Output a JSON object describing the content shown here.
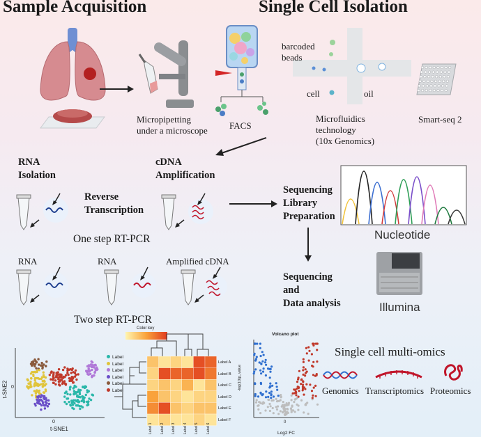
{
  "titles": {
    "sample": "Sample Acquisition",
    "isolation": "Single Cell Isolation"
  },
  "isolation": {
    "micropipetting": [
      "Micropipetting",
      "under a microscope"
    ],
    "facs": "FACS",
    "barcoded": [
      "barcoded",
      "beads"
    ],
    "cell": "cell",
    "oil": "oil",
    "microfluidics": [
      "Microfluidics",
      "technology",
      "(10x Genomics)"
    ],
    "smartseq": "Smart-seq 2"
  },
  "workflow": {
    "rna_isolation": [
      "RNA",
      "Isolation"
    ],
    "cdna_amplification": [
      "cDNA",
      "Amplification"
    ],
    "reverse_transcription": [
      "Reverse",
      "Transcription"
    ],
    "one_step": "One step RT-PCR",
    "rna1": "RNA",
    "rna2": "RNA",
    "amplified": "Amplified cDNA",
    "two_step": "Two step RT-PCR",
    "library": [
      "Sequencing",
      "Library",
      "Preparation"
    ],
    "nucleotide": "Nucleotide",
    "analysis": [
      "Sequencing",
      "and",
      "Data analysis"
    ],
    "illumina": "Illumina"
  },
  "colors": {
    "rt_wave": "#1f3f8f",
    "cdna_wave": "#c0152a",
    "peaks": [
      "#f2c33a",
      "#222222",
      "#3d6fd1",
      "#d23a3a",
      "#2f9e57",
      "#7a4fc9",
      "#e07ab8",
      "#1f7a3f",
      "#3a3a3a"
    ]
  },
  "chart_data": [
    {
      "type": "scatter",
      "xlabel": "t-SNE1",
      "ylabel": "t-SNE2",
      "xtick": "0",
      "ytick": "0",
      "clusters": [
        {
          "color": "#8a5a3c",
          "cx": 0.25,
          "cy": 0.23,
          "rx": 0.11,
          "ry": 0.08,
          "n": 30
        },
        {
          "color": "#e0c43a",
          "cx": 0.24,
          "cy": 0.52,
          "rx": 0.12,
          "ry": 0.21,
          "n": 75
        },
        {
          "color": "#c0392b",
          "cx": 0.56,
          "cy": 0.42,
          "rx": 0.18,
          "ry": 0.14,
          "n": 85
        },
        {
          "color": "#b078d8",
          "cx": 0.88,
          "cy": 0.31,
          "rx": 0.07,
          "ry": 0.12,
          "n": 40
        },
        {
          "color": "#2ab7a9",
          "cx": 0.72,
          "cy": 0.72,
          "rx": 0.18,
          "ry": 0.18,
          "n": 90
        },
        {
          "color": "#6a4fc8",
          "cx": 0.3,
          "cy": 0.8,
          "rx": 0.09,
          "ry": 0.11,
          "n": 40
        }
      ]
    },
    {
      "type": "heatmap",
      "title": "Color key",
      "legend": [
        "Label",
        "Label",
        "Label",
        "Label",
        "Label",
        "Label"
      ],
      "legend_colors": [
        "#2ab7a9",
        "#e0c43a",
        "#b078d8",
        "#6a4fc8",
        "#8a5a3c",
        "#c0392b"
      ],
      "rows": [
        "Label A",
        "Label B",
        "Label C",
        "Label D",
        "Label E",
        "Label F"
      ],
      "cols": [
        "Label 1",
        "Label 2",
        "Label 3",
        "Label 4",
        "Label 5",
        "Label 6"
      ],
      "values": [
        [
          0.3,
          0.1,
          0.2,
          0.1,
          0.9,
          0.8
        ],
        [
          0.2,
          0.9,
          0.8,
          0.8,
          0.9,
          0.7
        ],
        [
          0.2,
          0.3,
          0.2,
          0.4,
          0.1,
          0.3
        ],
        [
          0.5,
          0.3,
          0.2,
          0.1,
          0.2,
          0.2
        ],
        [
          0.6,
          0.9,
          0.3,
          0.2,
          0.3,
          0.3
        ],
        [
          0.1,
          0.2,
          0.1,
          0.1,
          0.2,
          0.1
        ]
      ]
    },
    {
      "type": "scatter",
      "title": "Volcano plot",
      "xlabel": "Log2 FC",
      "ylabel": "-log(10)p_value",
      "xtick": "0"
    }
  ],
  "multiomics": {
    "title": "Single cell multi-omics",
    "items": [
      "Genomics",
      "Transcriptomics",
      "Proteomics"
    ]
  }
}
